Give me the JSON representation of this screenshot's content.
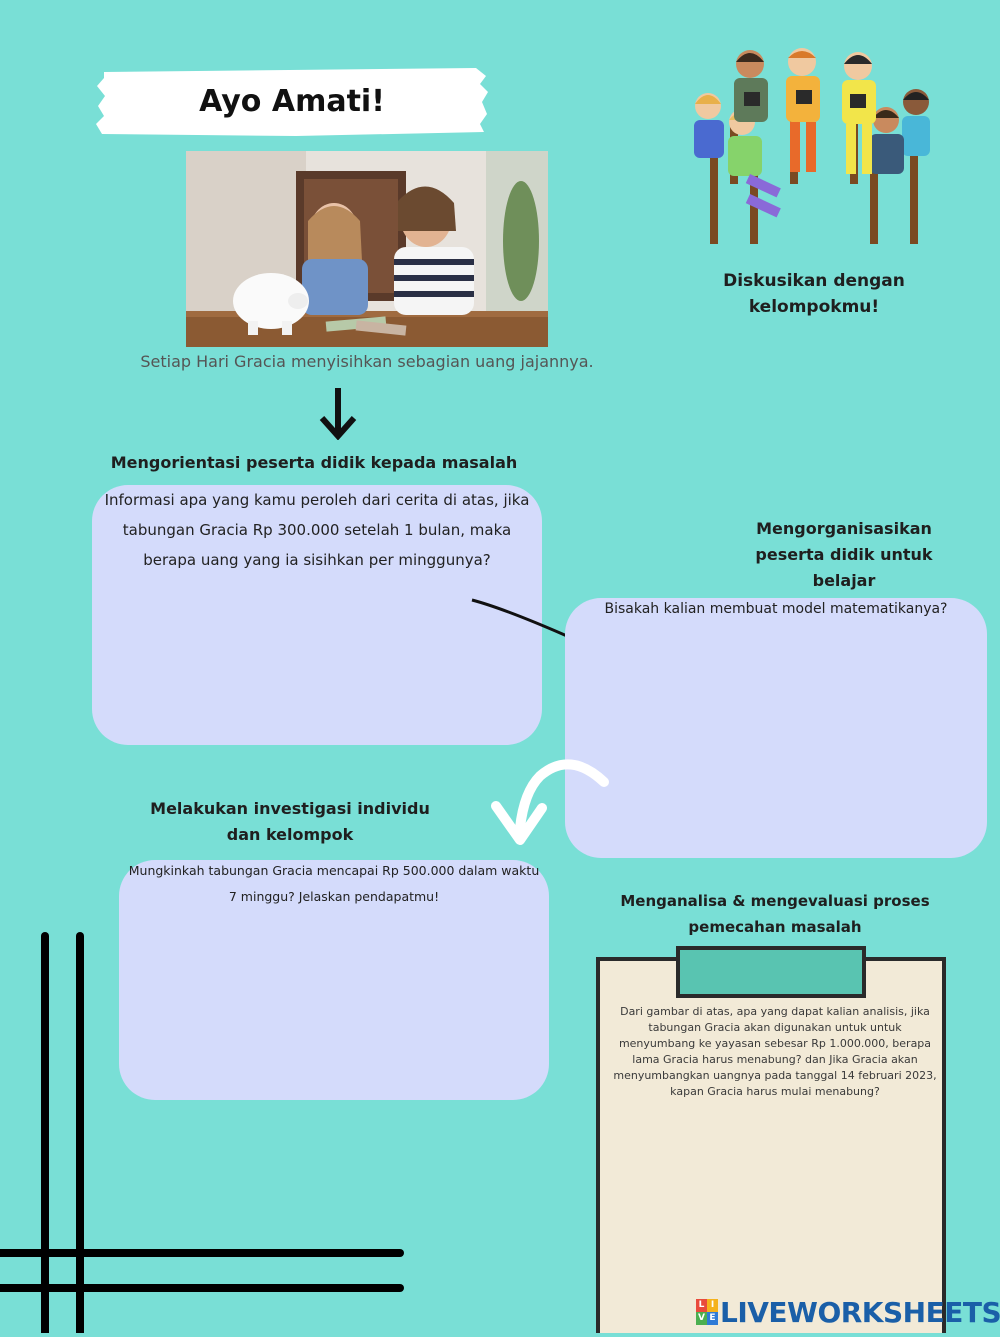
{
  "title": "Ayo Amati!",
  "photo_caption": "Setiap Hari Gracia menyisihkan sebagian uang jajannya.",
  "discuss": {
    "line1": "Diskusikan dengan",
    "line2": "kelompokmu!"
  },
  "step1": {
    "heading": "Mengorientasi peserta didik kepada masalah",
    "question": "Informasi apa yang kamu peroleh dari cerita di atas, jika tabungan Gracia Rp 300.000 setelah 1 bulan, maka berapa uang yang ia sisihkan per minggunya?"
  },
  "step2": {
    "heading_line1": "Mengorganisasikan",
    "heading_line2": "peserta didik untuk belajar",
    "question": "Bisakah kalian membuat model matematikanya?"
  },
  "step3": {
    "heading_line1": "Melakukan investigasi individu",
    "heading_line2": "dan kelompok",
    "question": "Mungkinkah tabungan Gracia mencapai Rp 500.000 dalam waktu 7 minggu? Jelaskan pendapatmu!"
  },
  "step4": {
    "heading_line1": "Menganalisa & mengevaluasi proses",
    "heading_line2": "pemecahan masalah",
    "question": "Dari gambar di atas, apa yang dapat kalian analisis, jika tabungan Gracia akan digunakan untuk untuk menyumbang ke yayasan sebesar Rp 1.000.000, berapa lama Gracia harus menabung? dan Jika Gracia akan menyumbangkan uangnya pada tanggal 14 februari 2023, kapan Gracia harus mulai menabung?"
  },
  "footer_logo": "LIVEWORKSHEETS",
  "logo_letters": [
    "L",
    "I",
    "V",
    "E"
  ],
  "colors": {
    "background": "#79dfd6",
    "answer_box": "#d4dbfb",
    "paper": "#f2ead7",
    "clip": "#59c4b1",
    "logo_blue": "#1a5fa8"
  }
}
